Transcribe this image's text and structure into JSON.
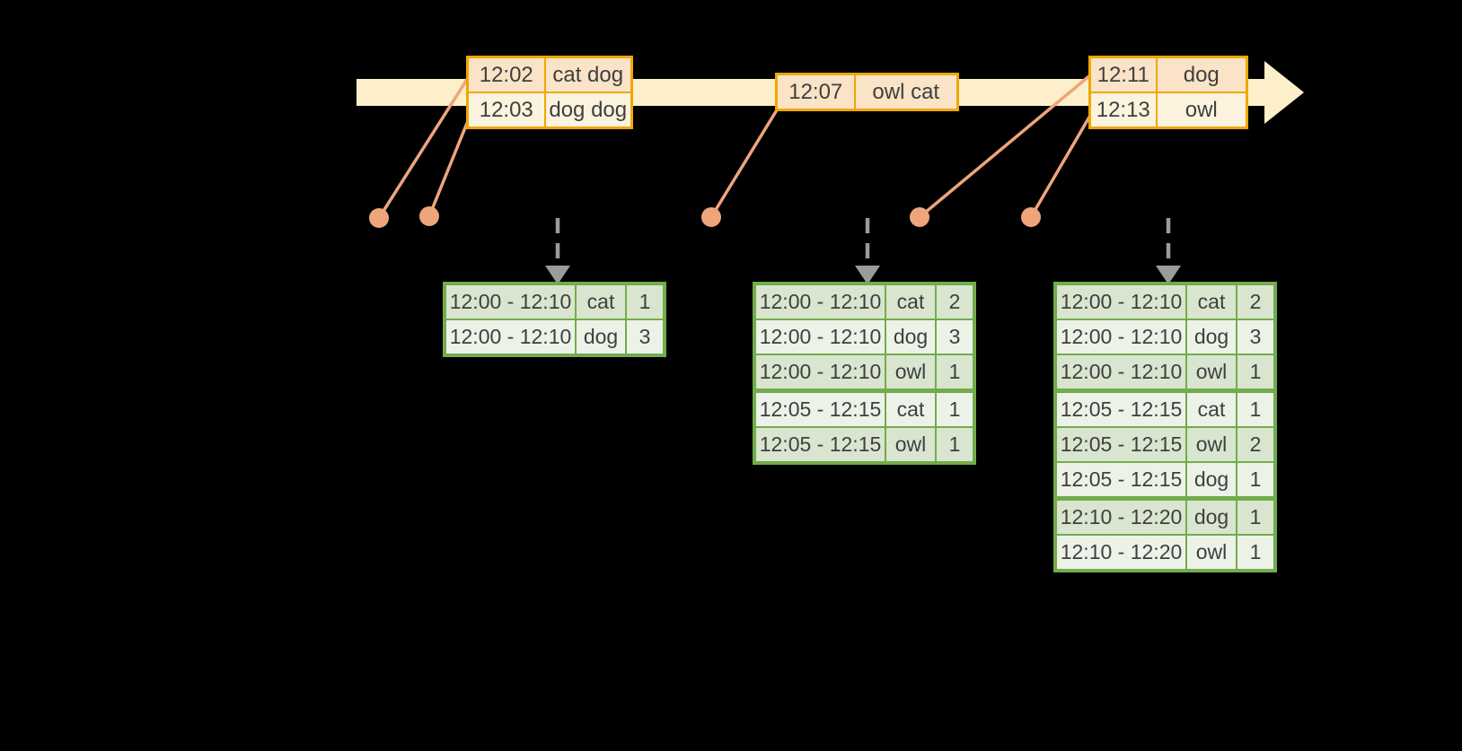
{
  "colors": {
    "background": "#000000",
    "timeline-fill": "#FCEFC9",
    "event-border": "#F0A702",
    "event-row-dark": "#FAE3C6",
    "event-row-light": "#FCF3DF",
    "connector": "#EEA57C",
    "result-border": "#72AC4B",
    "result-row-dark": "#D9E5CF",
    "result-row-light": "#EDF2E8",
    "arrow-gray": "#9B9B9B",
    "text": "#3F3F3F"
  },
  "event_tables": [
    {
      "rows": [
        {
          "time": "12:02",
          "words": "cat dog"
        },
        {
          "time": "12:03",
          "words": "dog dog"
        }
      ]
    },
    {
      "rows": [
        {
          "time": "12:07",
          "words": "owl cat"
        }
      ]
    },
    {
      "rows": [
        {
          "time": "12:11",
          "words": "dog"
        },
        {
          "time": "12:13",
          "words": "owl"
        }
      ]
    }
  ],
  "result_tables": [
    {
      "rows": [
        {
          "window": "12:00 - 12:10",
          "word": "cat",
          "count": "1"
        },
        {
          "window": "12:00 - 12:10",
          "word": "dog",
          "count": "3"
        }
      ]
    },
    {
      "rows": [
        {
          "window": "12:00 - 12:10",
          "word": "cat",
          "count": "2"
        },
        {
          "window": "12:00 - 12:10",
          "word": "dog",
          "count": "3"
        },
        {
          "window": "12:00 - 12:10",
          "word": "owl",
          "count": "1"
        },
        {
          "window": "12:05 - 12:15",
          "word": "cat",
          "count": "1",
          "sep": true
        },
        {
          "window": "12:05 - 12:15",
          "word": "owl",
          "count": "1"
        }
      ]
    },
    {
      "rows": [
        {
          "window": "12:00 - 12:10",
          "word": "cat",
          "count": "2"
        },
        {
          "window": "12:00 - 12:10",
          "word": "dog",
          "count": "3"
        },
        {
          "window": "12:00 - 12:10",
          "word": "owl",
          "count": "1"
        },
        {
          "window": "12:05 - 12:15",
          "word": "cat",
          "count": "1",
          "sep": true
        },
        {
          "window": "12:05 - 12:15",
          "word": "owl",
          "count": "2"
        },
        {
          "window": "12:05 - 12:15",
          "word": "dog",
          "count": "1"
        },
        {
          "window": "12:10 - 12:20",
          "word": "dog",
          "count": "1",
          "sep": true
        },
        {
          "window": "12:10 - 12:20",
          "word": "owl",
          "count": "1"
        }
      ]
    }
  ]
}
